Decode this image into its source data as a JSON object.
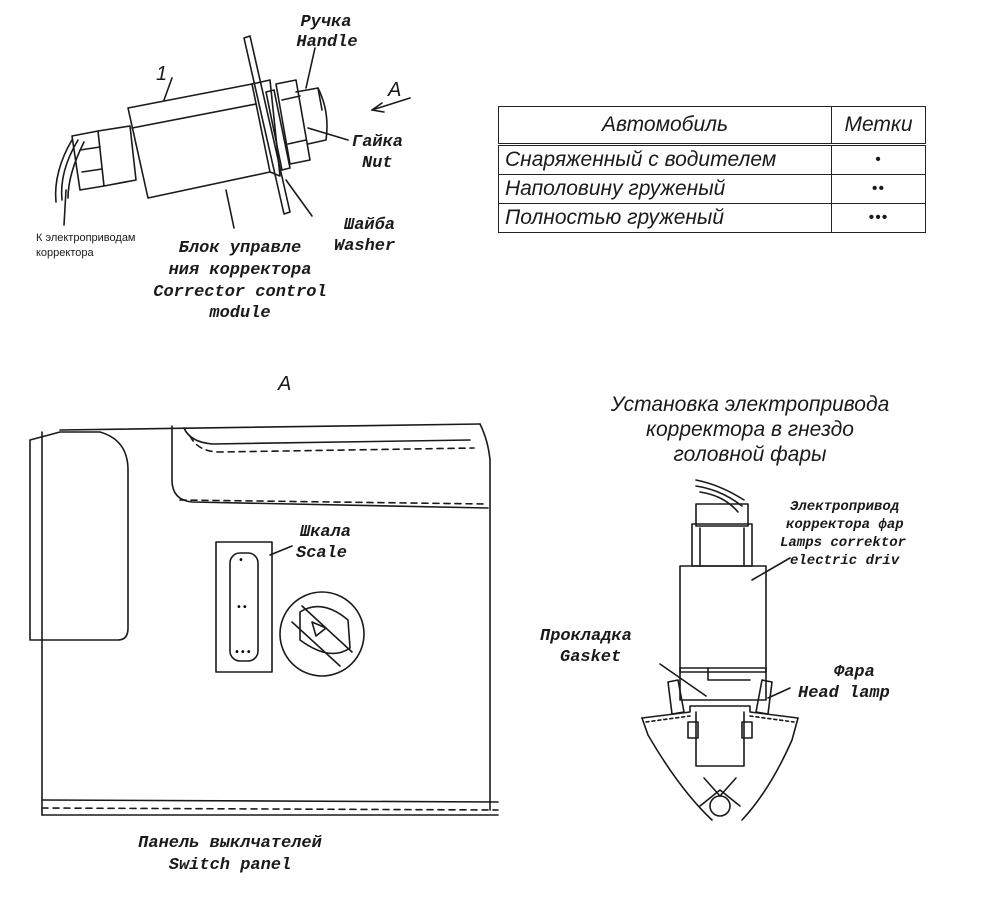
{
  "top_figure": {
    "callout_number": "1",
    "view_arrow": "A",
    "handle_label": [
      "Ручка",
      "Handle"
    ],
    "nut_label": [
      "Гайка",
      "Nut"
    ],
    "washer_label": [
      "Шайба",
      "Washer"
    ],
    "wire_label": [
      "К электроприводам",
      "корректора"
    ],
    "module_label": [
      "Блок управле",
      "ния корректора",
      "Corrector control",
      "module"
    ]
  },
  "marks_table": {
    "headers": [
      "Автомобиль",
      "Метки"
    ],
    "rows": [
      {
        "vehicle": "Снаряженный с водителем",
        "mark": "•"
      },
      {
        "vehicle": "Наполовину груженый",
        "mark": "••"
      },
      {
        "vehicle": "Полностью груженый",
        "mark": "•••"
      }
    ]
  },
  "view_a": {
    "title": "A",
    "scale_label": [
      "Шкала",
      "Scale"
    ],
    "panel_label": [
      "Панель выклчателей",
      "Switch panel"
    ]
  },
  "install_figure": {
    "title": [
      "Установка электропривода",
      "корректора в гнездо",
      "головной фары"
    ],
    "actuator_label": [
      "Электропривод",
      "корректора фар",
      "Lamps correktor",
      "electric driv"
    ],
    "gasket_label": [
      "Прокладка",
      "Gasket"
    ],
    "headlamp_label": [
      "Фара",
      "Head lamp"
    ]
  }
}
